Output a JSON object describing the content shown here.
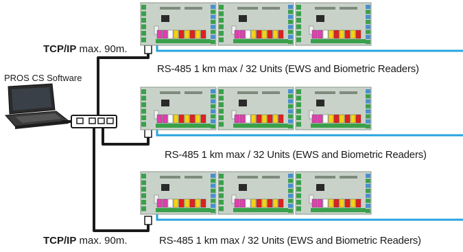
{
  "labels": {
    "software": "PROS CS Software",
    "tcp_top_bold": "TCP/IP",
    "tcp_top_rest": " max. 90m.",
    "tcp_bottom_bold": "TCP/IP",
    "tcp_bottom_rest": " max. 90m.",
    "rs485_row1": "RS-485  1 km max / 32 Units (EWS and Biometric Readers)",
    "rs485_row2": "RS-485  1 km max / 32 Units (EWS and Biometric Readers)",
    "rs485_row3": "RS-485 1 km max / 32 Units (EWS and Biometric Readers)"
  },
  "colors": {
    "bus": "#29a3e0",
    "cable": "#1a1a1a",
    "board": "#c9d2c9",
    "terminal_green": "#3aa04a",
    "terminal_blue": "#4a8fd0",
    "terminal_red": "#e02020",
    "terminal_yellow": "#f2d21a",
    "terminal_magenta": "#e040b0"
  },
  "controller_rows": [
    {
      "units": 3
    },
    {
      "units": 3
    },
    {
      "units": 3
    }
  ]
}
